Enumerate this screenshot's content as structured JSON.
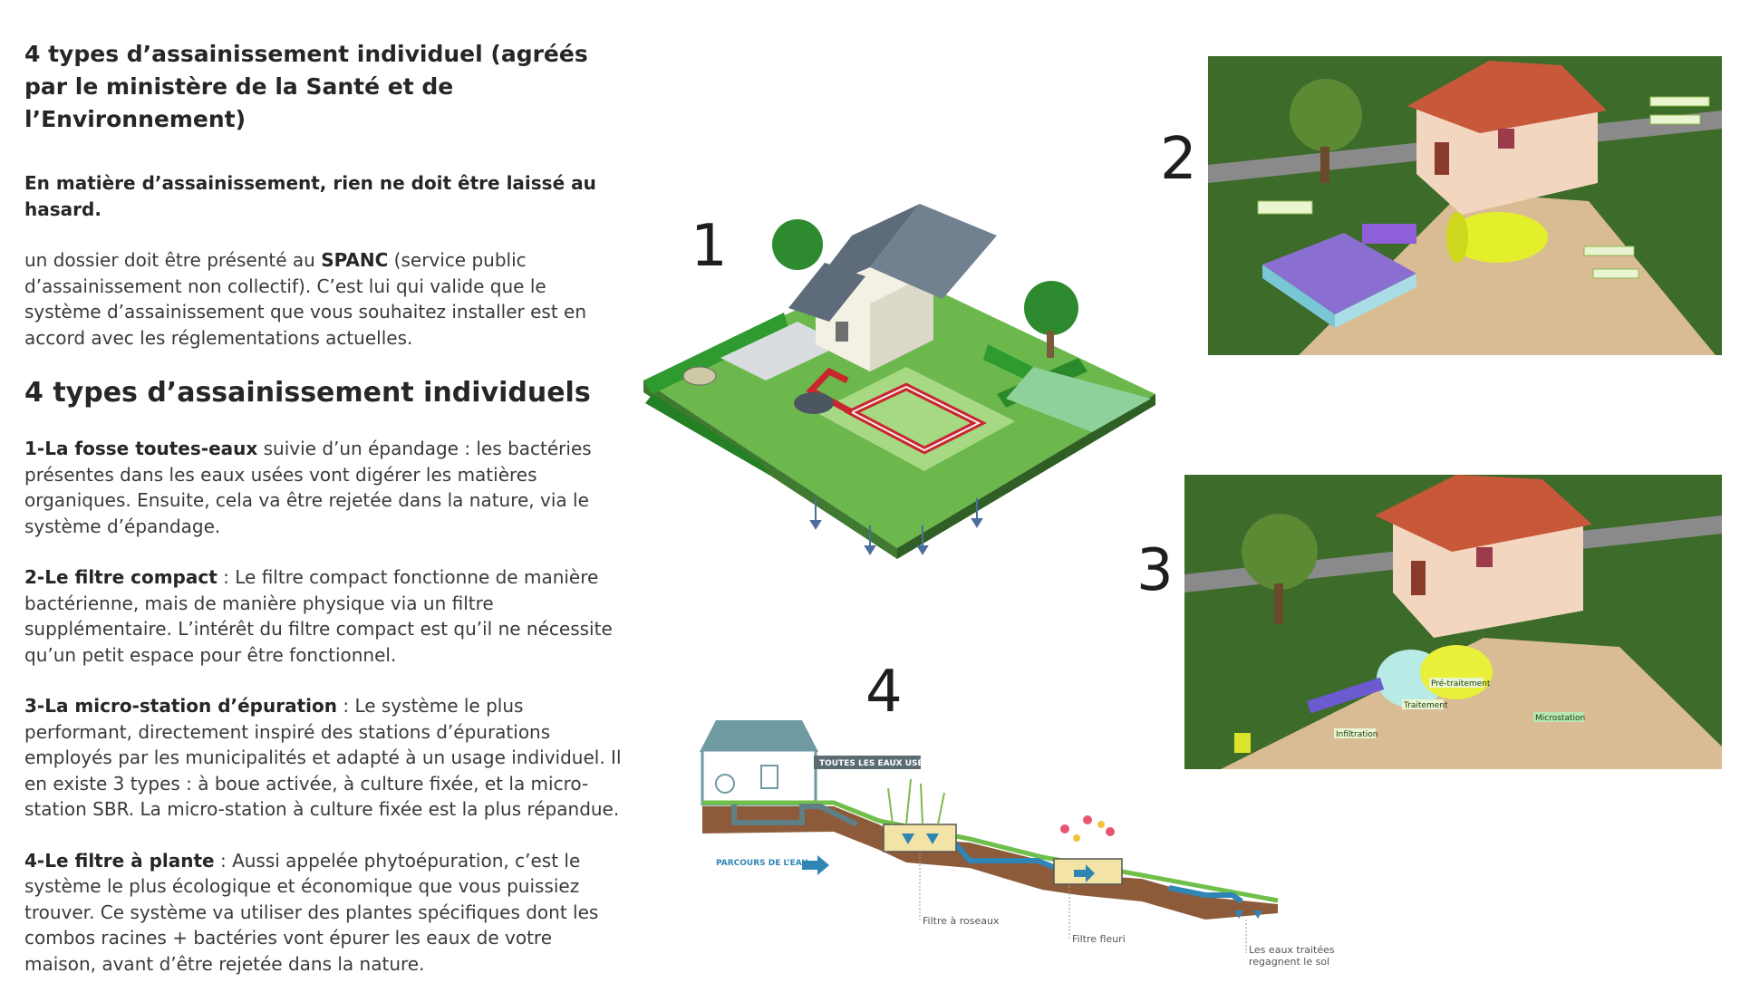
{
  "article": {
    "title": "4 types d’assainissement individuel (agréés par le ministère de la Santé et de l’Environnement)",
    "lead": "En matière d’assainissement, rien ne doit être laissé au hasard.",
    "intro": {
      "before": "un dossier doit être présenté au ",
      "bold": "SPANC",
      "after": " (service public d’assainissement non collectif). C’est lui qui valide que le système d’assainissement que vous souhaitez installer est en accord avec les réglementations actuelles."
    },
    "subtitle": "4 types d’assainissement individuels",
    "items": [
      {
        "title": "1-La fosse toutes-eaux",
        "text": " suivie d’un épandage : les bactéries présentes dans les eaux usées vont digérer les matières organiques. Ensuite, cela va être rejetée dans la nature, via le système d’épandage."
      },
      {
        "title": "2-Le filtre compact",
        "text": " : Le filtre compact fonctionne de manière bactérienne, mais de manière physique via un filtre supplémentaire. L’intérêt du filtre compact est qu’il ne nécessite qu’un petit espace pour être fonctionnel."
      },
      {
        "title": "3-La micro-station d’épuration",
        "text": " : Le système le plus performant, directement inspiré des stations d’épurations employés par les municipalités et adapté à un usage individuel. Il en existe 3 types : à boue activée, à culture fixée, et la micro-station SBR. La micro-station à culture fixée est la plus répandue."
      },
      {
        "title": "4-Le filtre à plante",
        "text": " : Aussi appelée phytoépuration, c’est le système le plus écologique et économique que vous puissiez trouver. Ce système va utiliser des plantes spécifiques dont les combos racines + bactéries vont épurer les eaux de votre maison, avant d’être rejetée dans la nature."
      }
    ]
  },
  "figures": {
    "numbers": [
      "1",
      "2",
      "3",
      "4"
    ],
    "fig3_labels": [
      "Pré-traitement",
      "Traitement",
      "Microstation",
      "Infiltration"
    ],
    "fig4_labels": {
      "banner": "TOUTES LES EAUX USÉES",
      "path": "PARCOURS DE L’EAU",
      "reed": "Filtre à roseaux",
      "flower": "Filtre fleuri",
      "out1": "Les eaux traitées",
      "out2": "regagnent le sol"
    }
  },
  "colors": {
    "grass": "#3d6b2a",
    "lawn": "#7fbf5a",
    "roof": "#c7583a",
    "tank_yellow": "#e8ee2a",
    "pipe_red": "#c0282d",
    "water_blue": "#3a9fd0"
  }
}
